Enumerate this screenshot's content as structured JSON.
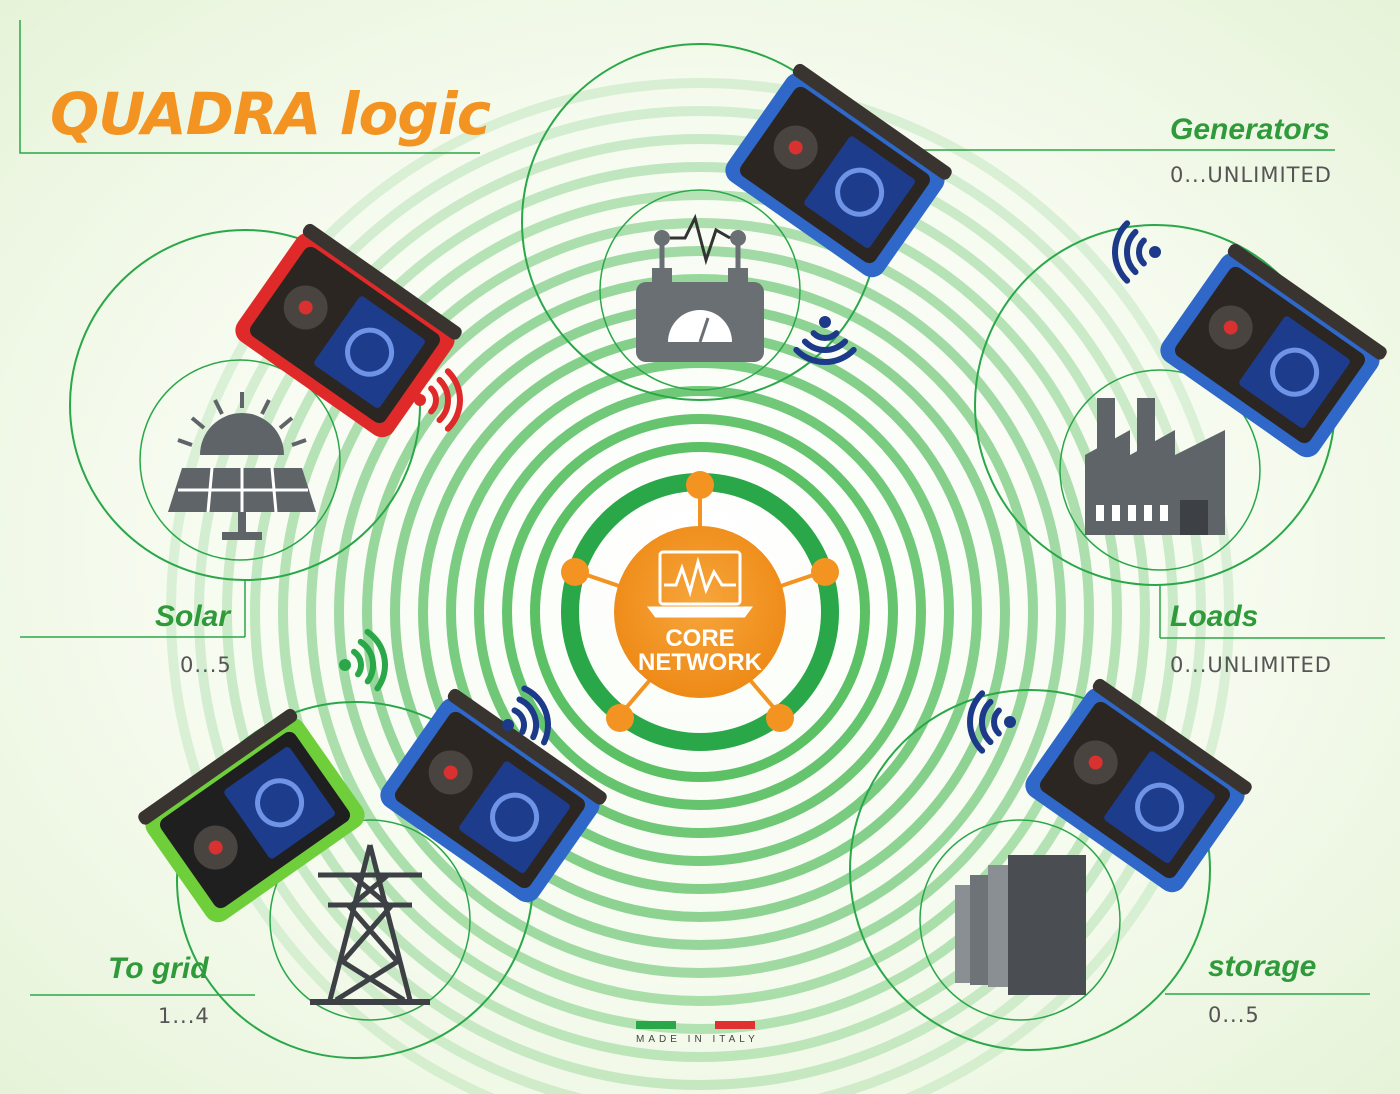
{
  "title": "QUADRA logic",
  "core": {
    "line1": "CORE",
    "line2": "NETWORK"
  },
  "nodes": {
    "generators": {
      "label": "Generators",
      "range": "0...UNLIMITED",
      "device_color": "#2f68c8"
    },
    "solar": {
      "label": "Solar",
      "range": "0...5",
      "device_color": "#e02a2a"
    },
    "loads": {
      "label": "Loads",
      "range": "0...UNLIMITED",
      "device_color": "#2f68c8"
    },
    "to_grid": {
      "label": "To grid",
      "range": "1...4",
      "device_color": "#2f68c8"
    },
    "storage": {
      "label": "storage",
      "range": "0...5",
      "device_color": "#2f68c8"
    }
  },
  "footer": {
    "made_in": "MADE IN ITALY"
  },
  "colors": {
    "accent_orange": "#f39322",
    "ring_green": "#2aa748",
    "text_green": "#2f9a3a",
    "icon_gray": "#5f6469"
  },
  "icons": [
    "solar-panel-icon",
    "generator-meter-icon",
    "factory-icon",
    "power-tower-icon",
    "storage-blocks-icon",
    "laptop-waveform-icon",
    "wifi-signal-icon"
  ]
}
